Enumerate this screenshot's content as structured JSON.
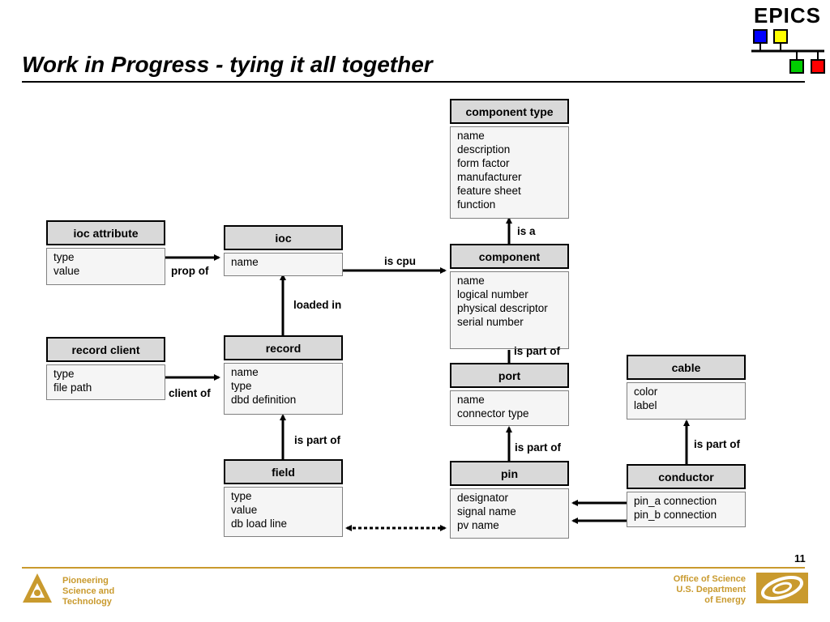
{
  "slide": {
    "title": "Work in Progress - tying it all together",
    "page_number": "11"
  },
  "logo": {
    "text": "EPICS",
    "colors": [
      "#0000ff",
      "#ffff00",
      "#00cc00",
      "#ff0000"
    ]
  },
  "entities": {
    "component_type": {
      "name": "component type",
      "attrs": [
        "name",
        "description",
        "form factor",
        "manufacturer",
        "feature sheet",
        "function"
      ]
    },
    "ioc_attribute": {
      "name": "ioc attribute",
      "attrs": [
        "type",
        "value"
      ]
    },
    "ioc": {
      "name": "ioc",
      "attrs": [
        "name"
      ]
    },
    "component": {
      "name": "component",
      "attrs": [
        "name",
        "logical number",
        "physical descriptor",
        "serial number"
      ]
    },
    "record_client": {
      "name": "record client",
      "attrs": [
        "type",
        "file path"
      ]
    },
    "record": {
      "name": "record",
      "attrs": [
        "name",
        "type",
        "dbd definition"
      ]
    },
    "port": {
      "name": "port",
      "attrs": [
        "name",
        "connector type"
      ]
    },
    "cable": {
      "name": "cable",
      "attrs": [
        "color",
        "label"
      ]
    },
    "field": {
      "name": "field",
      "attrs": [
        "type",
        "value",
        "db load line"
      ]
    },
    "pin": {
      "name": "pin",
      "attrs": [
        "designator",
        "signal name",
        "pv name"
      ]
    },
    "conductor": {
      "name": "conductor",
      "attrs": [
        "pin_a connection",
        "pin_b connection"
      ]
    }
  },
  "relations": {
    "is_a": "is a",
    "prop_of": "prop of",
    "is_cpu": "is cpu",
    "loaded_in": "loaded in",
    "is_part_of_port": "is part of",
    "client_of": "client of",
    "is_part_of_record": "is part of",
    "is_part_of_pin": "is part of",
    "is_part_of_cable": "is part of"
  },
  "footer": {
    "left_lines": [
      "Pioneering",
      "Science and",
      "Technology"
    ],
    "right_lines": [
      "Office of Science",
      "U.S. Department",
      "of Energy"
    ],
    "accent_color": "#c99a2e"
  }
}
